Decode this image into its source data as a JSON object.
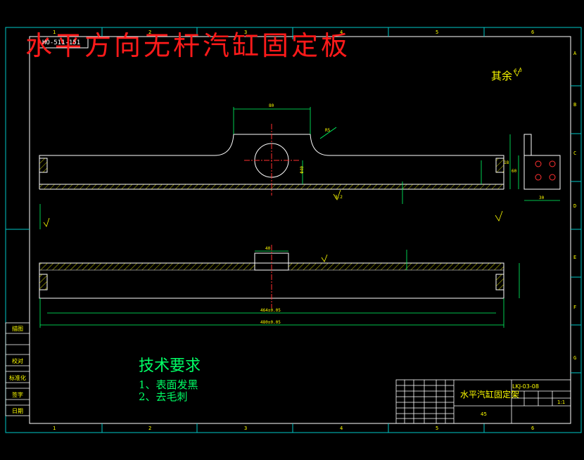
{
  "drawing": {
    "title_overlay": "水平方向无杆汽缸固定板",
    "drawing_code": "HO-511-151",
    "roughness_note": "其余",
    "roughness_value": "6.3"
  },
  "tech_requirements": {
    "heading": "技术要求",
    "items": [
      "1、表面发黑",
      "2、去毛刺"
    ]
  },
  "title_block": {
    "part_name": "水平汽缸固定架",
    "drawing_no": "LKJ-03-08",
    "material": "45",
    "scale": "1:1"
  },
  "side_labels": [
    "描图",
    "校对",
    "标准化",
    "签字",
    "日期"
  ],
  "grid": {
    "top": [
      "1",
      "2",
      "3",
      "4",
      "5",
      "6"
    ],
    "side": [
      "A",
      "B",
      "C",
      "D",
      "E",
      "F",
      "G"
    ]
  },
  "dimensions": {
    "top_width": "80",
    "radius": "R5",
    "hole_dia": "Φ40",
    "bottom_width": "40",
    "overall_inner": "464±0.05",
    "overall_length": "480±0.05",
    "right_height": "60",
    "right_width": "30",
    "side_thk": "18",
    "roughness_small": "3.2"
  }
}
